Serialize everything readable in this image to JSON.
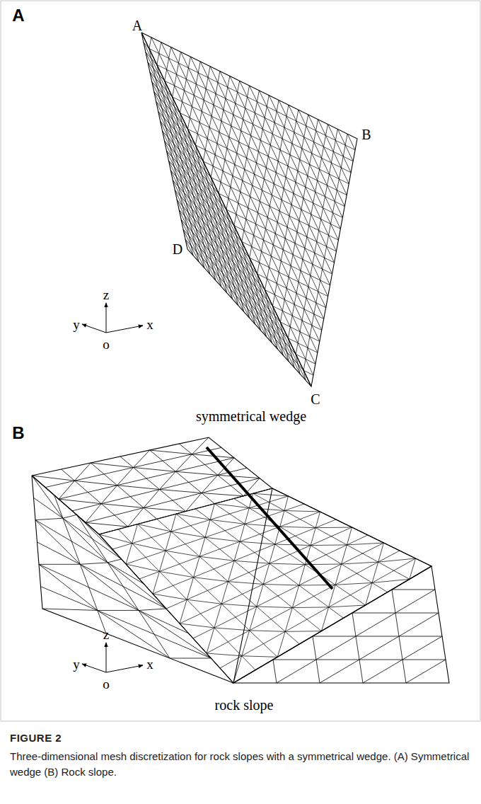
{
  "diagram": {
    "title": "FIGURE 2",
    "caption": "Three-dimensional mesh discretization for rock slopes with a symmetrical wedge. (A) Symmetrical wedge (B) Rock slope.",
    "labels": [
      "A",
      "A",
      "B",
      "D",
      "C",
      "z",
      "y",
      "x",
      "o",
      "symmetrical wedge",
      "B",
      "z",
      "y",
      "x",
      "o",
      "rock slope"
    ]
  }
}
